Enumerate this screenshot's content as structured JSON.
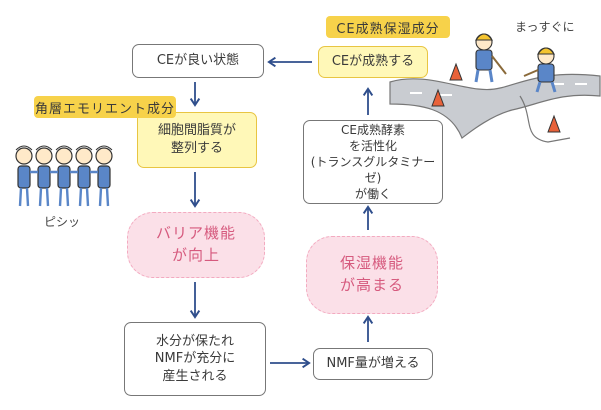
{
  "nodes": {
    "ce_good": "CEが良い状態",
    "lipids": "細胞間脂質が\n整列する",
    "barrier": "バリア機能\nが向上",
    "nmf_produced": "水分が保たれ\nNMFが充分に\n産生される",
    "nmf_increase": "NMF量が増える",
    "moisture": "保湿機能\nが高まる",
    "enzyme": "CE成熟酵素\nを活性化\n(トランスグルタミナーゼ)\nが働く",
    "ce_mature": "CEが成熟する"
  },
  "tags": {
    "emollient": "角層エモリエント成分",
    "ce_ingredient": "CE成熟保湿成分"
  },
  "notes": {
    "pishi": "ピシッ",
    "massugu": "まっすぐに"
  },
  "colors": {
    "yellow_fill": "#fff8b8",
    "tag_fill": "#f7d24a",
    "pink_fill": "#fbe0e8",
    "pink_text": "#d65a7e",
    "arrow": "#2f4e8c",
    "people_blue": "#5a86c8"
  }
}
